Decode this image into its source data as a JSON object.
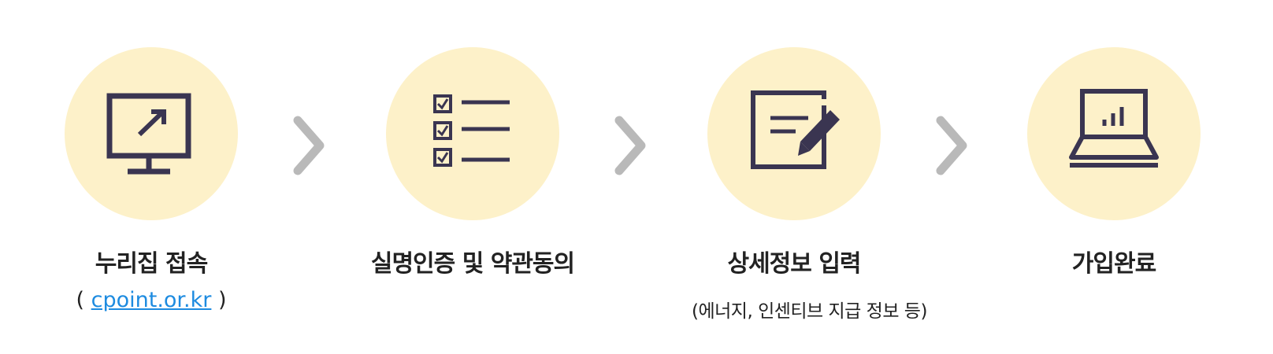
{
  "colors": {
    "circle_bg": "#fdf1c9",
    "icon_stroke": "#3a3551",
    "arrow": "#b9b9b9",
    "link": "#1d8be0",
    "text": "#222222"
  },
  "steps": [
    {
      "title": "누리집 접속",
      "sub_prefix": "( ",
      "link_text": "cpoint.or.kr",
      "sub_suffix": " )",
      "icon": "monitor-arrow-icon"
    },
    {
      "title": "실명인증 및 약관동의",
      "icon": "checklist-icon"
    },
    {
      "title": "상세정보 입력",
      "sub": "(에너지, 인센티브 지급 정보 등)",
      "icon": "document-edit-icon"
    },
    {
      "title": "가입완료",
      "icon": "laptop-chart-icon"
    }
  ],
  "arrows": [
    "chevron-right-icon",
    "chevron-right-icon",
    "chevron-right-icon"
  ]
}
